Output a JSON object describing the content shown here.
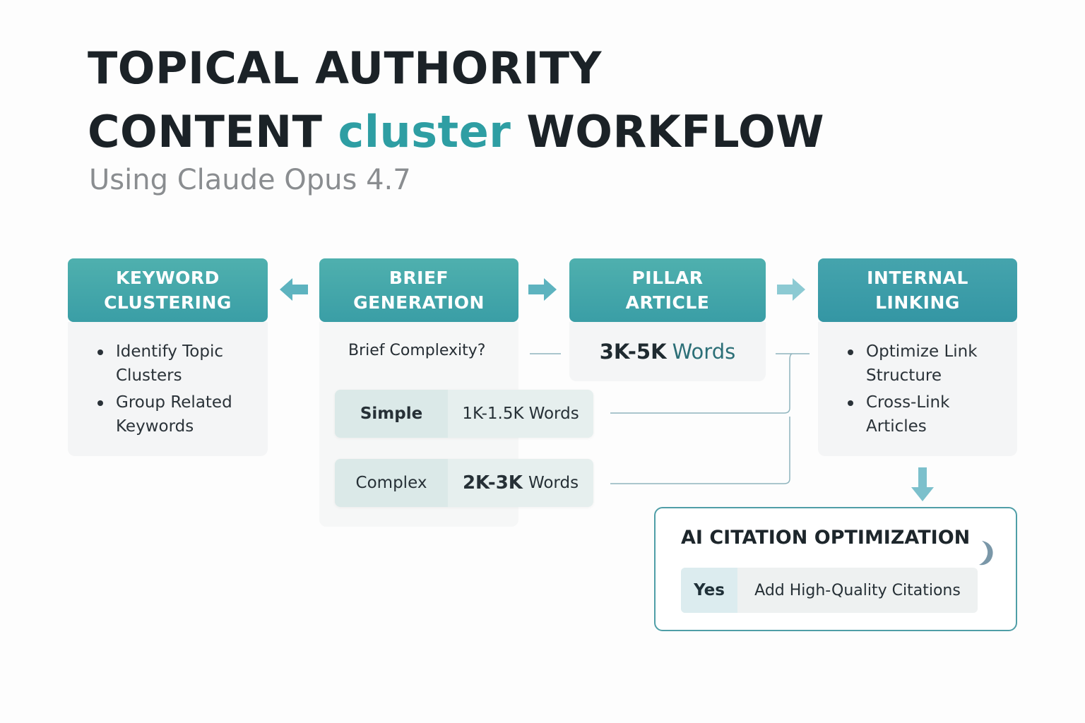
{
  "title": {
    "line1": "TOPICAL AUTHORITY",
    "line2_part1": "CONTENT",
    "line2_accent": "cluster",
    "line2_part2": "WORKFLOW",
    "subtitle": "Using Claude Opus 4.7"
  },
  "steps": [
    {
      "header_line1": "KEYWORD",
      "header_line2": "CLUSTERING",
      "bullets": [
        "Identify Topic Clusters",
        "Group Related Keywords"
      ]
    },
    {
      "header_line1": "BRIEF",
      "header_line2": "GENERATION",
      "question": "Brief Complexity?",
      "options": [
        {
          "label": "Simple",
          "value_num": "1K-1.5K",
          "value_unit": "Words"
        },
        {
          "label": "Complex",
          "value_num": "2K-3K",
          "value_unit": "Words"
        }
      ]
    },
    {
      "header_line1": "PILLAR",
      "header_line2": "ARTICLE",
      "words_num": "3K-5K",
      "words_unit": "Words"
    },
    {
      "header_line1": "INTERNAL",
      "header_line2": "LINKING",
      "bullets": [
        "Optimize Link Structure",
        "Cross-Link Articles"
      ]
    }
  ],
  "ai_citation": {
    "title": "AI CITATION OPTIMIZATION",
    "answer": "Yes",
    "action": "Add High-Quality Citations"
  },
  "colors": {
    "accent": "#2e9ea3",
    "header_teal": "#45a7aa",
    "border": "#4f9ea7",
    "arrow": "#6bb8c6"
  },
  "icons": [
    "arrow-left-icon",
    "arrow-right-icon",
    "arrow-down-icon",
    "moon-icon"
  ]
}
